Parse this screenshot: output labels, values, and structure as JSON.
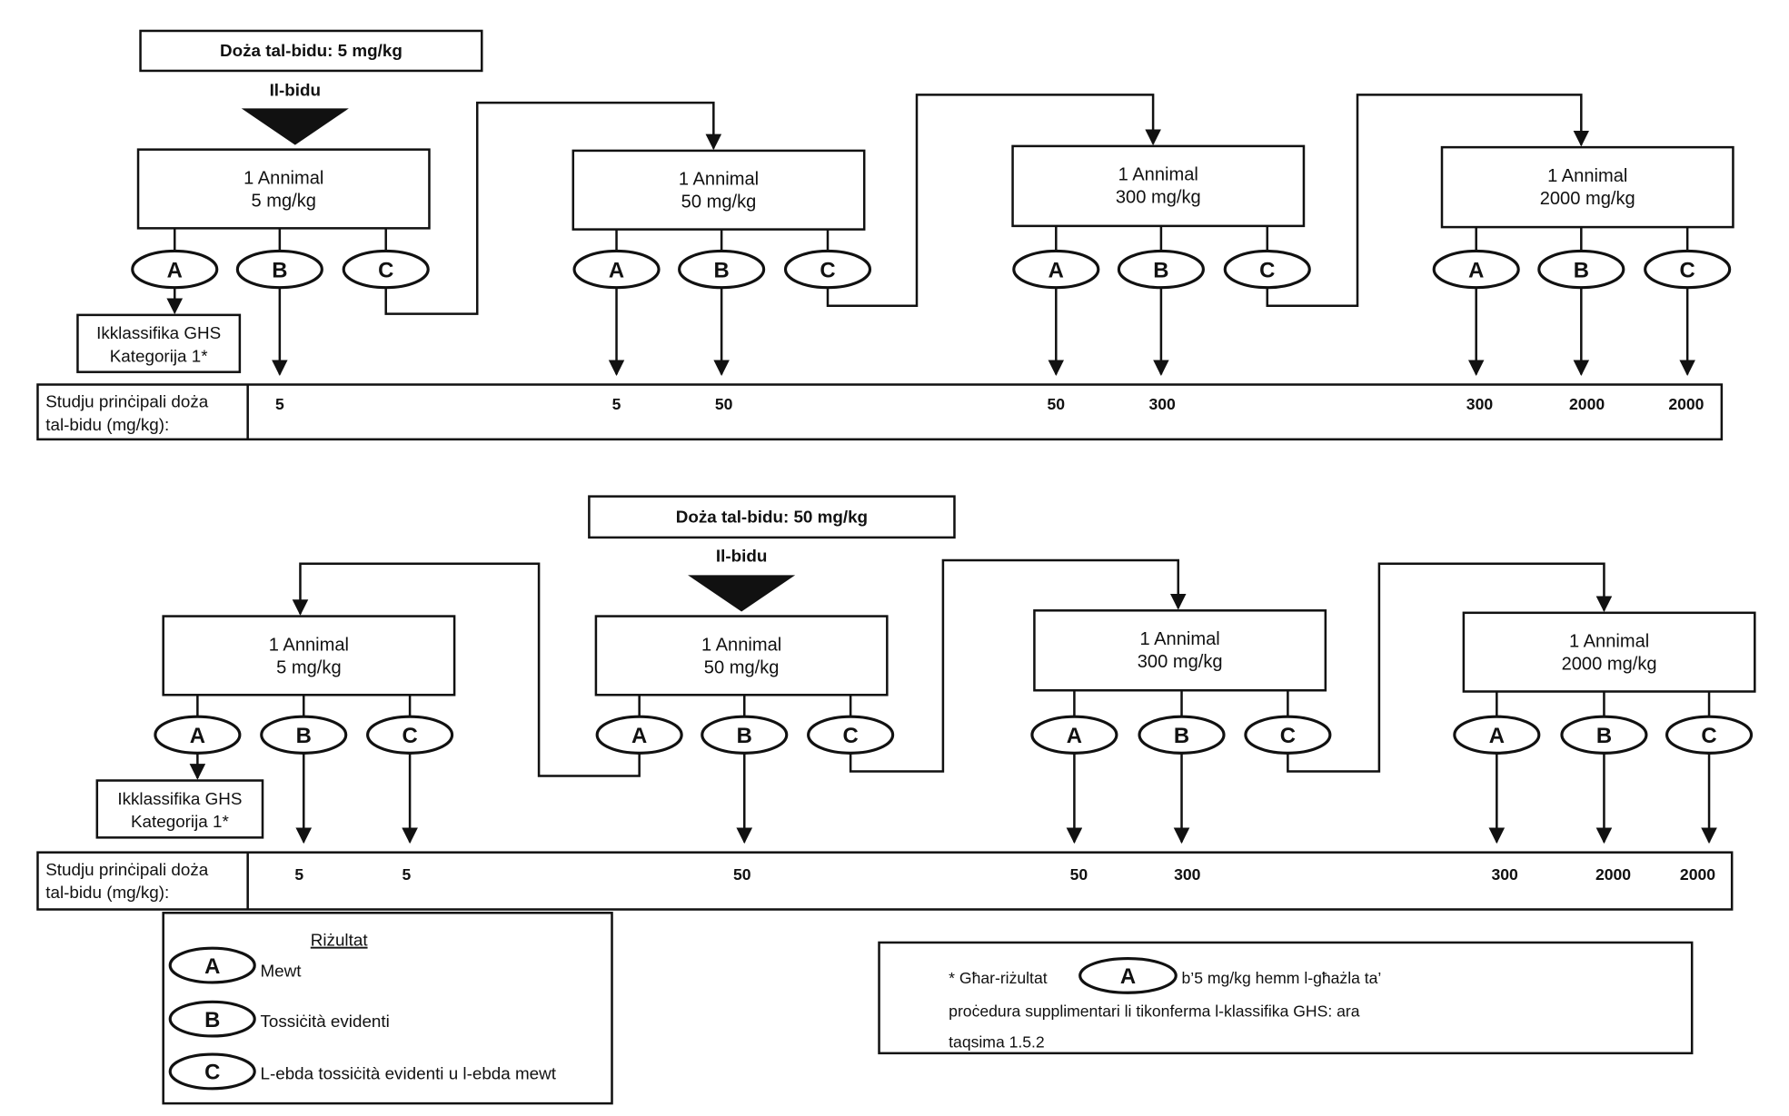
{
  "flowcharts": [
    {
      "start_dose_label": "Doża tal-bidu: 5 mg/kg",
      "start_label": "Il-bidu",
      "start_step": 0,
      "steps": [
        {
          "line1": "1 Annimal",
          "line2": "5 mg/kg"
        },
        {
          "line1": "1 Annimal",
          "line2": "50 mg/kg"
        },
        {
          "line1": "1 Annimal",
          "line2": "300 mg/kg"
        },
        {
          "line1": "1 Annimal",
          "line2": "2000 mg/kg"
        }
      ],
      "classification_box": {
        "line1": "Ikklassifika GHS",
        "line2": "Kategorija 1*"
      },
      "result_row_label": {
        "line1": "Studju prinċipali doża",
        "line2": "tal-bidu (mg/kg):"
      },
      "result_values": [
        "5",
        "5",
        "50",
        "50",
        "300",
        "300",
        "2000",
        "2000"
      ]
    },
    {
      "start_dose_label": "Doża tal-bidu: 50 mg/kg",
      "start_label": "Il-bidu",
      "start_step": 1,
      "steps": [
        {
          "line1": "1 Annimal",
          "line2": "5 mg/kg"
        },
        {
          "line1": "1 Annimal",
          "line2": "50 mg/kg"
        },
        {
          "line1": "1 Annimal",
          "line2": "300 mg/kg"
        },
        {
          "line1": "1 Annimal",
          "line2": "2000 mg/kg"
        }
      ],
      "classification_box": {
        "line1": "Ikklassifika GHS",
        "line2": "Kategorija 1*"
      },
      "result_row_label": {
        "line1": "Studju prinċipali doża",
        "line2": "tal-bidu (mg/kg):"
      },
      "result_values": [
        "5",
        "5",
        "50",
        "50",
        "300",
        "300",
        "2000",
        "2000"
      ]
    }
  ],
  "outcome_letters": [
    "A",
    "B",
    "C"
  ],
  "legend": {
    "title": "Riżultat",
    "items": [
      {
        "letter": "A",
        "text": "Mewt"
      },
      {
        "letter": "B",
        "text": "Tossiċità evidenti"
      },
      {
        "letter": "C",
        "text": "L-ebda tossiċità evidenti u l-ebda mewt"
      }
    ]
  },
  "footnote": {
    "prefix": "* Għar-riżultat",
    "letter": "A",
    "suffix": "b’5 mg/kg hemm l-għażla ta’",
    "line2": "proċedura supplimentari li tikonferma l-klassifika GHS: ara",
    "line3": "taqsima 1.5.2"
  }
}
